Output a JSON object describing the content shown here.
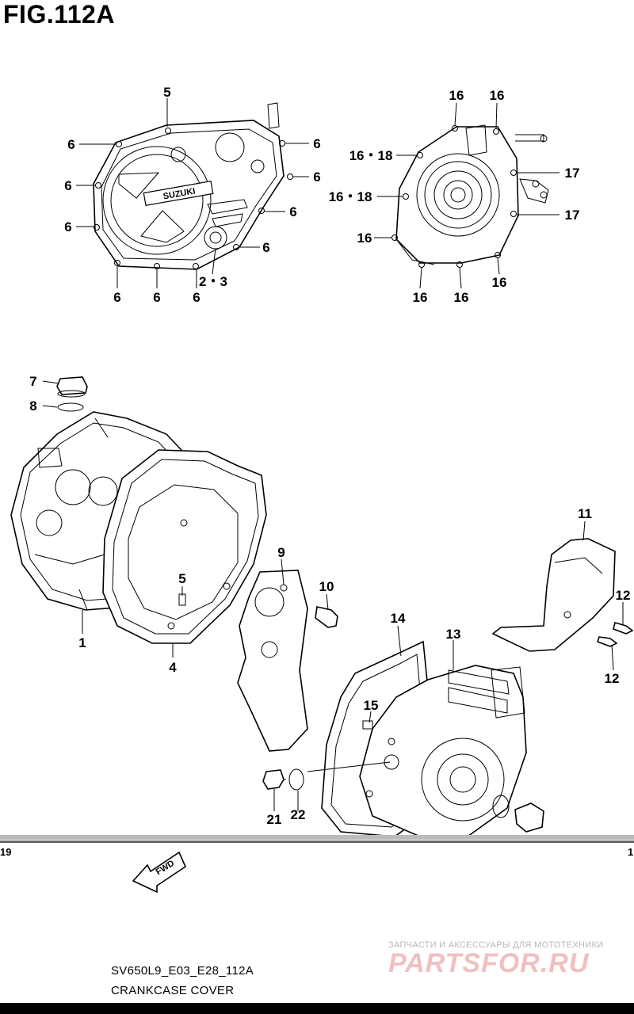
{
  "figure": {
    "title": "FIG.112A",
    "model": "SV650L9_E03_E28_112A",
    "caption": "CRANKCASE COVER",
    "emblem": "SUZUKI",
    "direction_label": "FWD",
    "edge_left": "19",
    "edge_right": "1"
  },
  "callouts": [
    "5",
    "6",
    "6",
    "6",
    "6",
    "6",
    "6",
    "6",
    "6",
    "6",
    "6",
    "6",
    "2・3",
    "16",
    "16",
    "16・18",
    "16・18",
    "16",
    "16",
    "16",
    "16",
    "17",
    "17",
    "7",
    "8",
    "1",
    "4",
    "5",
    "9",
    "10",
    "11",
    "12",
    "12",
    "13",
    "14",
    "15",
    "21",
    "22"
  ],
  "watermark": {
    "tagline": "ЗАПЧАСТИ И АКСЕССУАРЫ ДЛЯ МОТОТЕХНИКИ",
    "brand": "PARTSFOR.RU"
  }
}
